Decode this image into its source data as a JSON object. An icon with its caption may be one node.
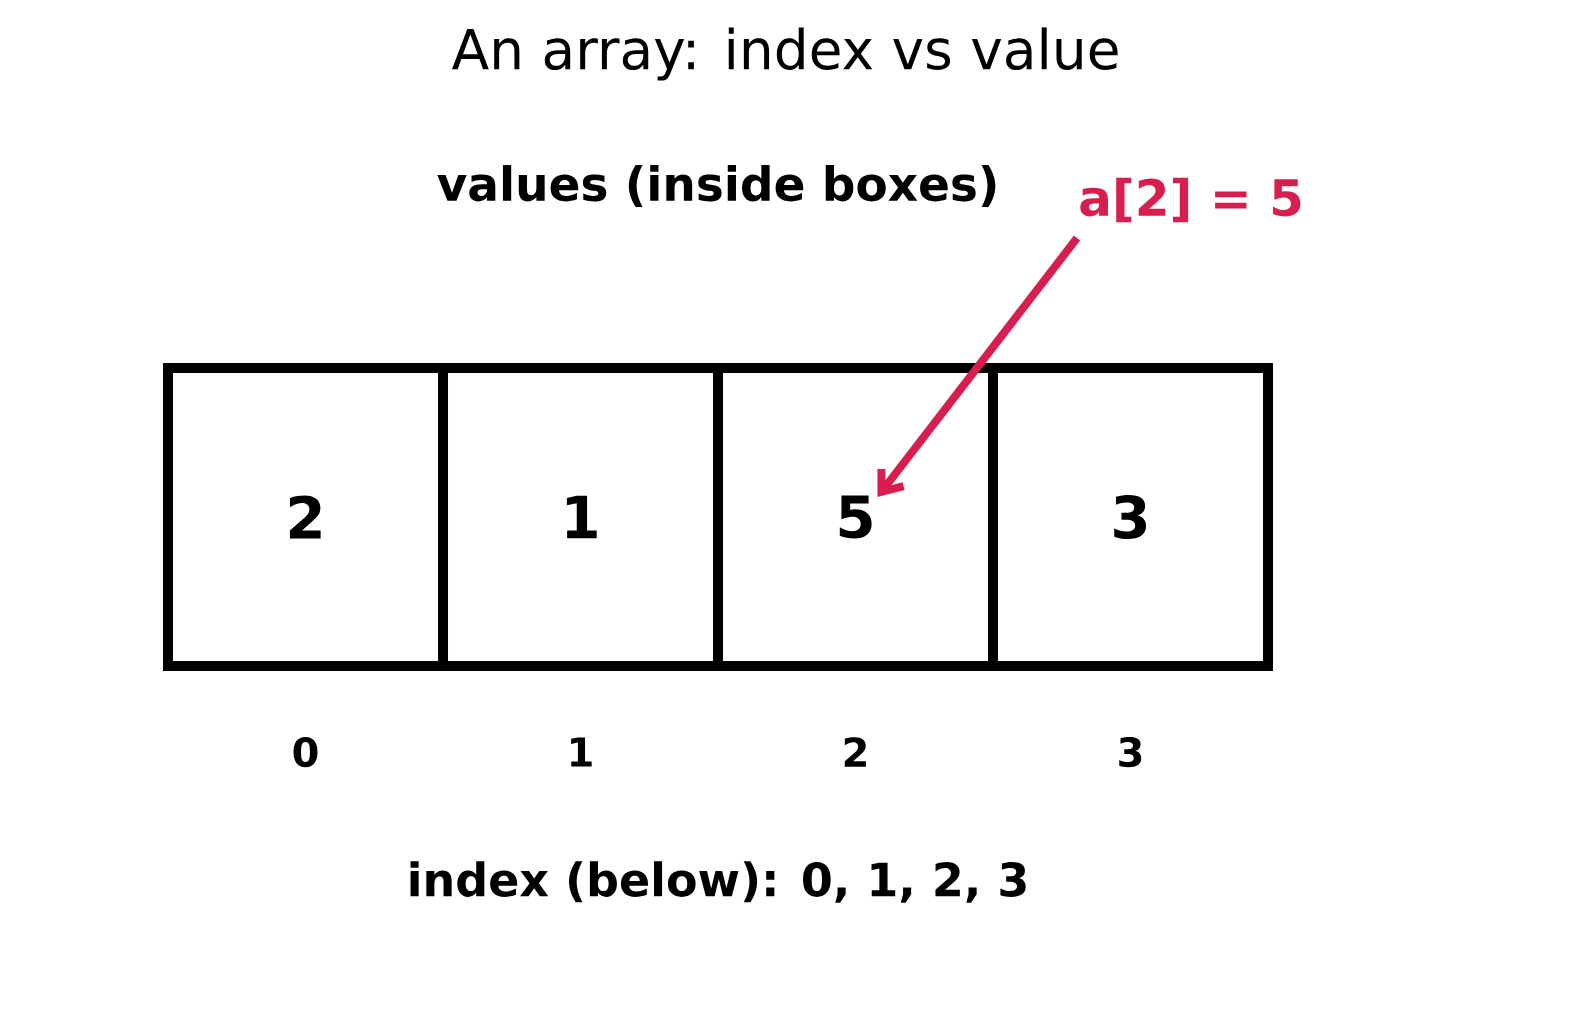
{
  "diagram": {
    "title": "An array: index vs value",
    "nodes": [
      {
        "text": [
          "a[2] = 5"
        ]
      },
      {
        "text": [
          "2"
        ]
      },
      {
        "text": [
          "1"
        ]
      },
      {
        "text": [
          "5"
        ]
      },
      {
        "text": [
          "3"
        ]
      }
    ],
    "edges": [
      {
        "from": 0,
        "to": 3,
        "arrow": "to",
        "color": "#d81e4f"
      }
    ],
    "labels": [
      "values (inside boxes)",
      "0",
      "1",
      "2",
      "3",
      "index (below): 0, 1, 2, 3"
    ]
  }
}
